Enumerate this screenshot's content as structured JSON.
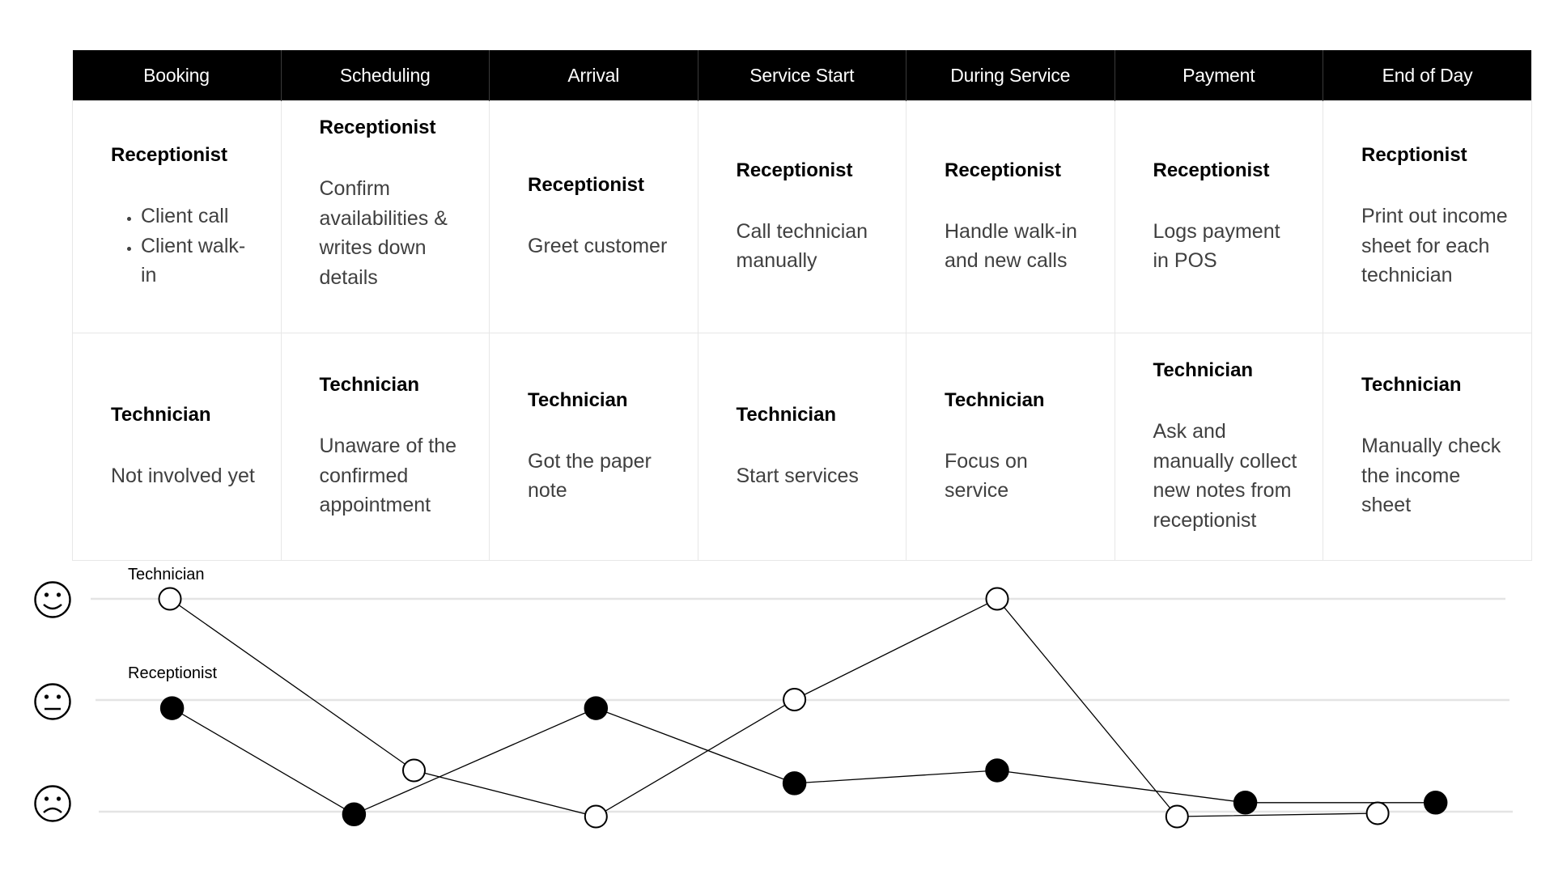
{
  "stages": [
    "Booking",
    "Scheduling",
    "Arrival",
    "Service Start",
    "During Service",
    "Payment",
    "End of Day"
  ],
  "receptionist": [
    {
      "role": "Receptionist",
      "bullets": [
        "Client call",
        "Client walk-in"
      ]
    },
    {
      "role": "Receptionist",
      "text": "Confirm availabilities & writes down details"
    },
    {
      "role": "Receptionist",
      "text": "Greet customer"
    },
    {
      "role": "Receptionist",
      "text": "Call technician manually"
    },
    {
      "role": "Receptionist",
      "text": "Handle walk-in and new calls"
    },
    {
      "role": "Receptionist",
      "text": "Logs payment in POS"
    },
    {
      "role": "Recptionist",
      "text": "Print out income sheet for each technician"
    }
  ],
  "technician": [
    {
      "role": "Technician",
      "text": "Not involved yet"
    },
    {
      "role": "Technician",
      "text": "Unaware of the confirmed appointment"
    },
    {
      "role": "Technician",
      "text": "Got the paper note"
    },
    {
      "role": "Technician",
      "text": "Start services"
    },
    {
      "role": "Technician",
      "text": "Focus on service"
    },
    {
      "role": "Technician",
      "text": "Ask and manually collect new notes from receptionist"
    },
    {
      "role": "Technician",
      "text": "Manually check the income sheet"
    }
  ],
  "chart_data": {
    "type": "line",
    "y_levels": [
      "sad",
      "neutral",
      "happy"
    ],
    "ylim": [
      0,
      2
    ],
    "icons": [
      "smiley-face-icon",
      "neutral-face-icon",
      "sad-face-icon"
    ],
    "series": [
      {
        "name": "Technician",
        "marker": "open-circle",
        "x": [
          0,
          1.18,
          2.06,
          3.02,
          4.0,
          4.87,
          5.84
        ],
        "y": [
          2,
          0.4,
          -0.03,
          1.06,
          2,
          -0.03,
          0
        ]
      },
      {
        "name": "Receptionist",
        "marker": "filled-circle",
        "x": [
          0.01,
          0.89,
          2.06,
          3.02,
          4.0,
          5.2,
          6.12
        ],
        "y": [
          0.98,
          -0.01,
          0.98,
          0.28,
          0.4,
          0.1,
          0.1
        ]
      }
    ]
  }
}
